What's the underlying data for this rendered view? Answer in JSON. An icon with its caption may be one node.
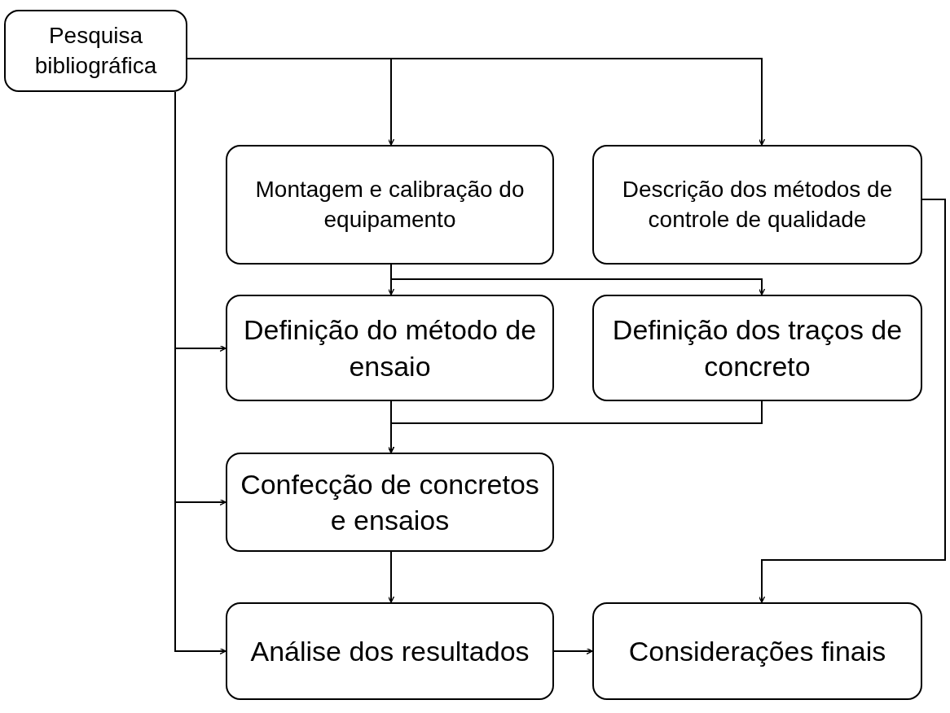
{
  "diagram": {
    "nodes": [
      {
        "text": [
          "Pesquisa bibliográfica"
        ]
      },
      {
        "text": [
          "Montagem e calibração do equipamento"
        ]
      },
      {
        "text": [
          "Descrição dos métodos de controle de qualidade"
        ]
      },
      {
        "text": [
          "Definição do método de ensaio"
        ]
      },
      {
        "text": [
          "Definição dos traços de concreto"
        ]
      },
      {
        "text": [
          "Confecção de concretos e ensaios"
        ]
      },
      {
        "text": [
          "Análise dos resultados"
        ]
      },
      {
        "text": [
          "Considerações finais"
        ]
      }
    ],
    "edges": [
      {
        "from": 0,
        "to": 1,
        "arrow": "to"
      },
      {
        "from": 0,
        "to": 2,
        "arrow": "to"
      },
      {
        "from": 0,
        "to": 3,
        "arrow": "to"
      },
      {
        "from": 0,
        "to": 5,
        "arrow": "to"
      },
      {
        "from": 0,
        "to": 6,
        "arrow": "to"
      },
      {
        "from": 1,
        "to": 3,
        "arrow": "to"
      },
      {
        "from": 1,
        "to": 4,
        "arrow": "to"
      },
      {
        "from": 3,
        "to": 5,
        "arrow": "to"
      },
      {
        "from": 4,
        "to": 5,
        "arrow": "to"
      },
      {
        "from": 2,
        "to": 7,
        "arrow": "to"
      },
      {
        "from": 5,
        "to": 6,
        "arrow": "to"
      },
      {
        "from": 6,
        "to": 7,
        "arrow": "to"
      }
    ]
  }
}
